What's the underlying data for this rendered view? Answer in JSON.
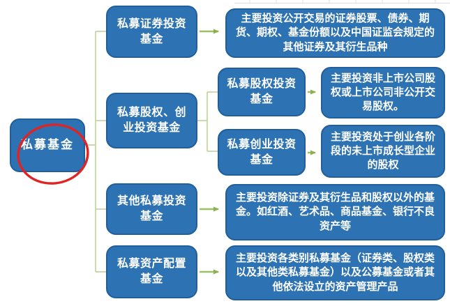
{
  "diagram": {
    "title_implied": "私募基金分类",
    "root": {
      "label": "私募基金"
    },
    "branches": [
      {
        "label": "私募证券投资基金",
        "desc": "主要投资公开交易的证券股票、债券、期货、期权、基金份额以及中国证监会规定的其他证券及其衍生品种"
      },
      {
        "label": "私募股权、创业投资基金",
        "children": [
          {
            "label": "私募股权投资基金",
            "desc": "主要投资非上市公司股权或上市公司非公开交易股权。"
          },
          {
            "label": "私募创业投资基金",
            "desc": "主要投资处于创业各阶段的未上市成长型企业的股权"
          }
        ]
      },
      {
        "label": "其他私募投资基金",
        "desc": "主要投资除证券及其衍生品和股权以外的基金。如红酒、艺术品、商品基金、银行不良资产等"
      },
      {
        "label": "私募资产配置基金",
        "desc": "主要投资各类别私募基金（证券类、股权类以及其他类私募基金）以及公募基金或者其他依法设立的资产管理产品"
      }
    ],
    "annotation": {
      "shape": "red-ellipse-highlight",
      "target": "私募基金"
    },
    "colors": {
      "node_fill": "#2d72b2",
      "node_border": "#215e9c",
      "node_text": "#ffffff",
      "tree_line": "#bdd29a",
      "arrow": "#9dbf66",
      "arrow_head": "#8bb14e",
      "highlight_red": "#e02424",
      "background": "#ffffff",
      "gridline": "#dcdcdc"
    }
  }
}
